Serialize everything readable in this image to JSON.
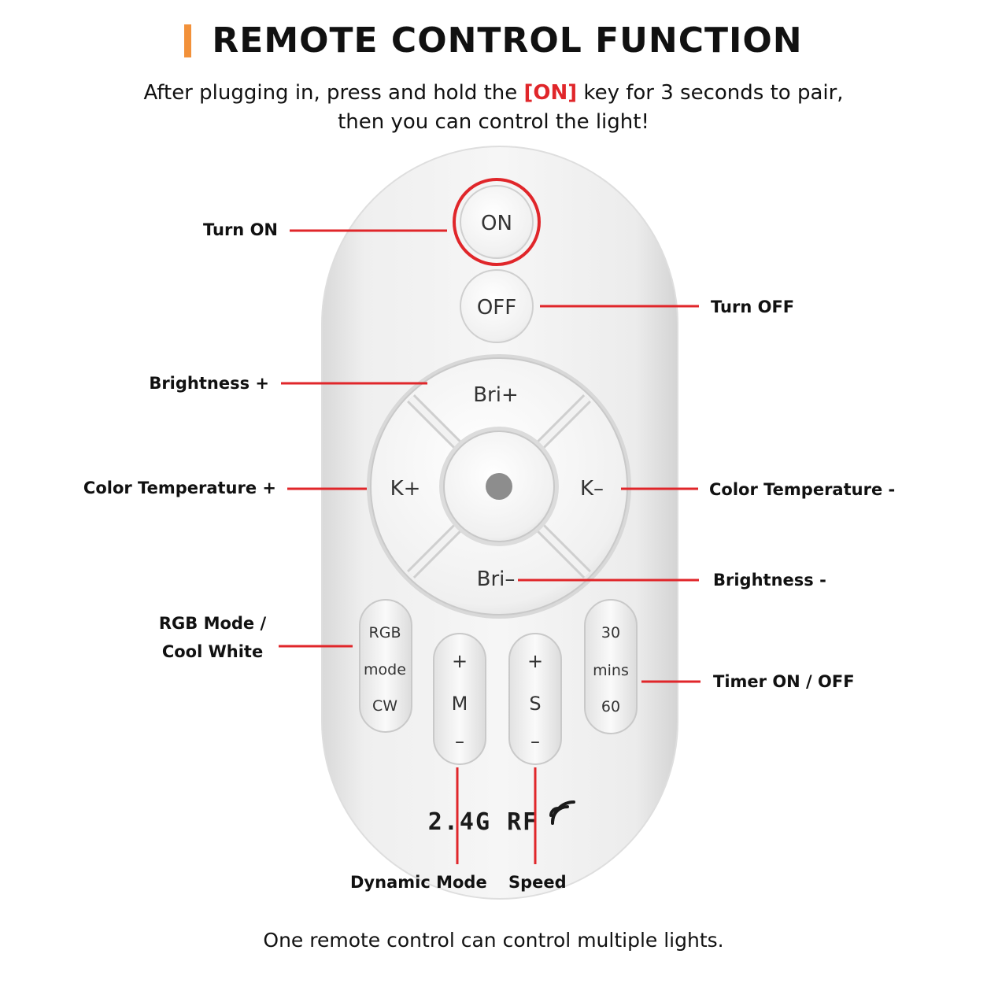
{
  "header": {
    "title": "REMOTE CONTROL FUNCTION",
    "accent_color": "#f2913a",
    "instruction_pre": "After plugging in, press and hold the ",
    "instruction_key": "[ON]",
    "instruction_post": " key for 3 seconds to pair,",
    "instruction_line2": "then you can control the light!",
    "key_color": "#e0262a"
  },
  "remote": {
    "buttons": {
      "on": "ON",
      "off": "OFF",
      "bri_plus": "Bri+",
      "bri_minus": "Bri–",
      "k_plus": "K+",
      "k_minus": "K–",
      "rgb": "RGB",
      "mode": "mode",
      "cw": "CW",
      "m_plus": "+",
      "m": "M",
      "m_minus": "–",
      "s_plus": "+",
      "s": "S",
      "s_minus": "–",
      "t30": "30",
      "mins": "mins",
      "t60": "60"
    },
    "brand": "2.4G RF",
    "wireless_icon": "wireless-signal-icon"
  },
  "callouts": {
    "turn_on": "Turn ON",
    "turn_off": "Turn OFF",
    "brightness_plus": "Brightness +",
    "brightness_minus": "Brightness -",
    "color_temp_plus": "Color Temperature +",
    "color_temp_minus": "Color Temperature -",
    "rgb_mode_line1": "RGB Mode /",
    "rgb_mode_line2": "Cool White",
    "timer": "Timer ON / OFF",
    "dynamic_mode": "Dynamic Mode",
    "speed": "Speed",
    "line_color": "#e0262a"
  },
  "footer": {
    "text": "One remote control can control multiple lights."
  }
}
